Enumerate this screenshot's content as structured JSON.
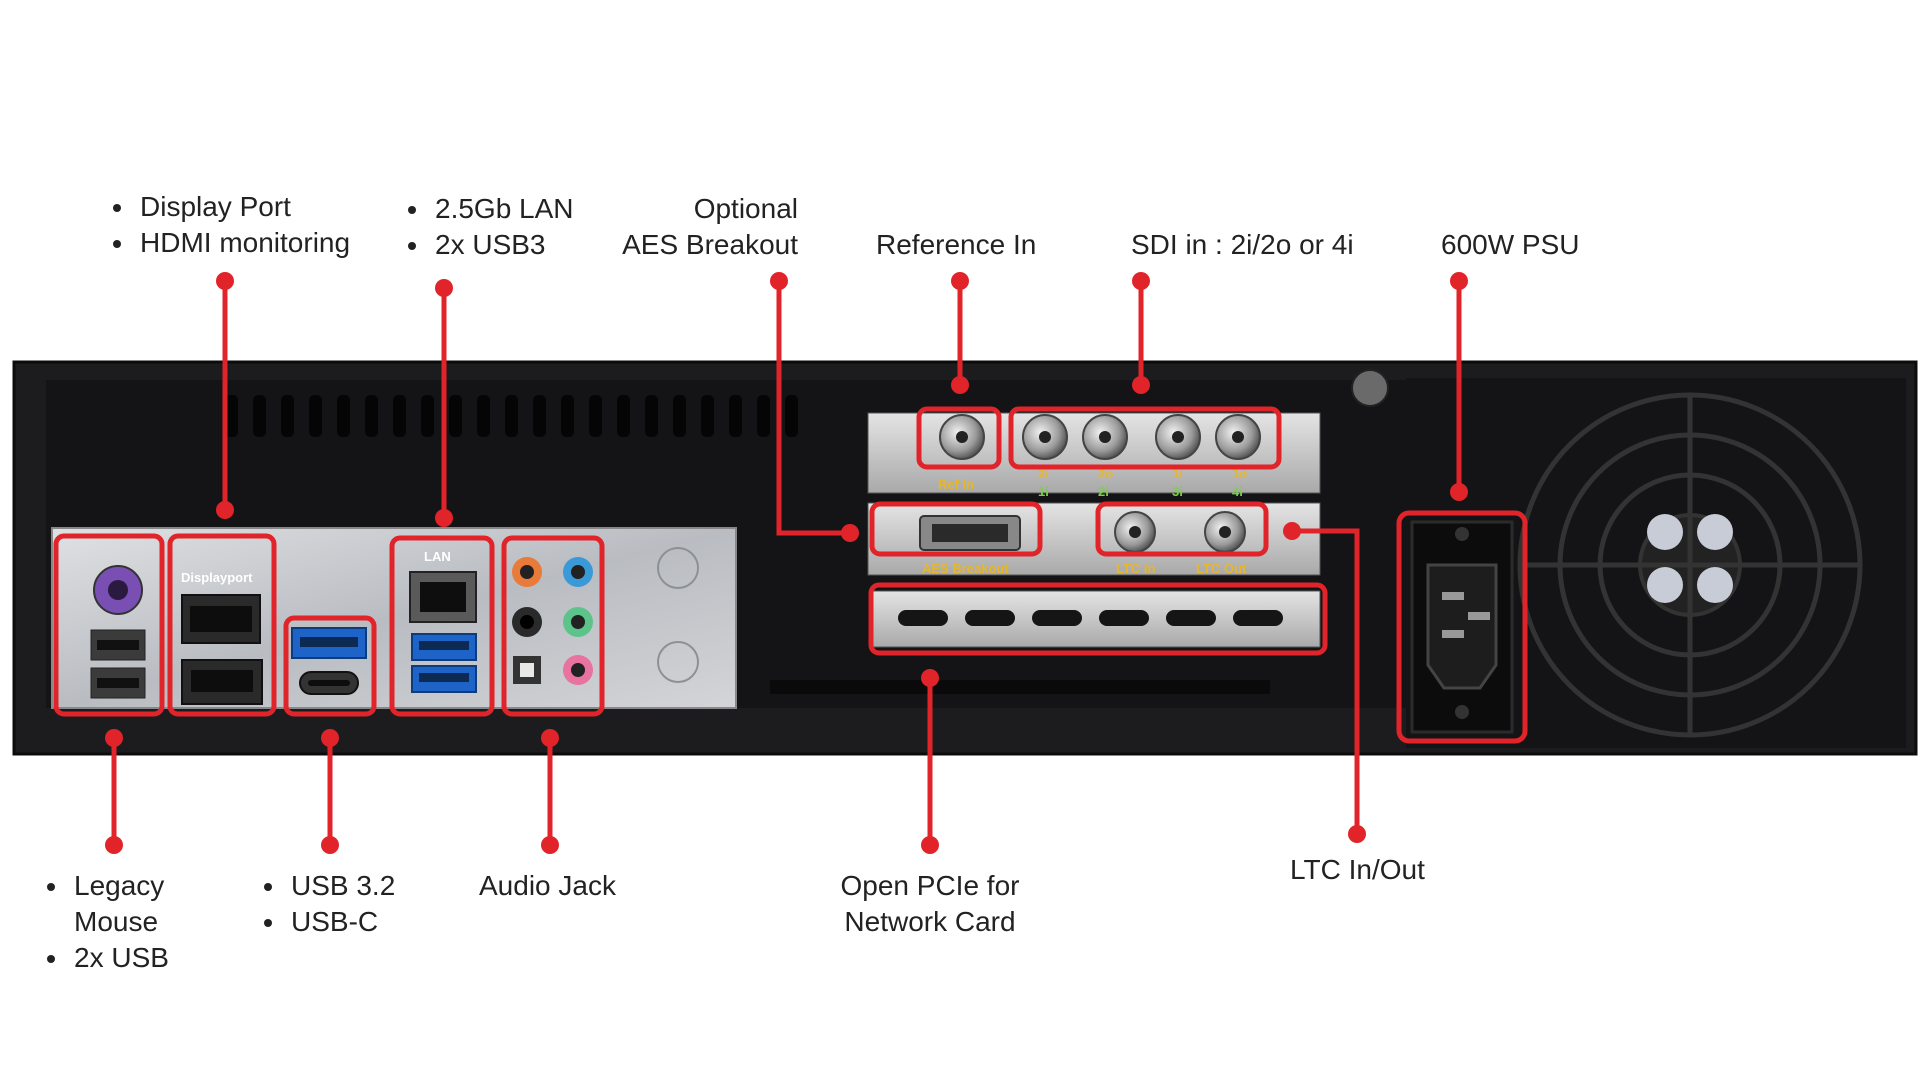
{
  "callouts": {
    "display": {
      "items": [
        "Display Port",
        "HDMI monitoring"
      ]
    },
    "lan": {
      "items": [
        "2.5Gb LAN",
        "2x USB3"
      ]
    },
    "aes": {
      "line1": "Optional",
      "line2": "AES Breakout"
    },
    "ref": {
      "text": "Reference In"
    },
    "sdi": {
      "text": "SDI in : 2i/2o or 4i"
    },
    "psu": {
      "text": "600W PSU"
    },
    "mouse": {
      "items": [
        "Legacy",
        "Mouse",
        "2x USB"
      ]
    },
    "usb": {
      "items": [
        "USB 3.2",
        "USB-C"
      ]
    },
    "audio": {
      "text": "Audio Jack"
    },
    "pcie": {
      "line1": "Open PCIe for",
      "line2": "Network Card"
    },
    "ltc": {
      "text": "LTC In/Out"
    }
  },
  "panel_text": {
    "displayport": "Displayport",
    "lan": "LAN",
    "ref_in": "Ref in",
    "aes_breakout": "AES Breakout",
    "ltc_in": "LTC in",
    "ltc_out": "LTC Out",
    "sdi_top": [
      "2i",
      "2o",
      "1i",
      "1o"
    ],
    "sdi_bottom": [
      "1i",
      "2i",
      "3i",
      "4i"
    ]
  },
  "colors": {
    "callout_red": "#e0242a",
    "chassis": "#1c1c1e",
    "io_shield": "#c9cbcf",
    "label_gold": "#e8b62a",
    "label_green": "#7bd04a"
  }
}
